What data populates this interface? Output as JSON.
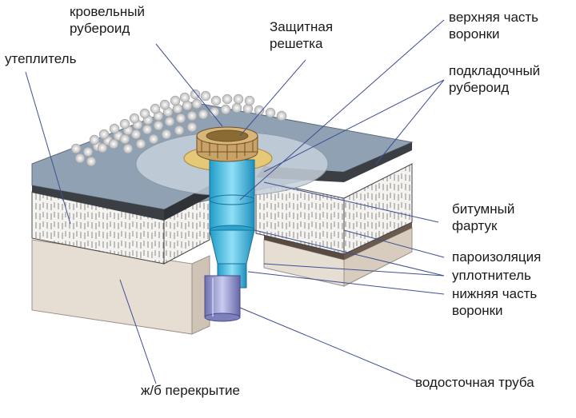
{
  "labels": {
    "roofing_felt": [
      "кровельный",
      "рубероид"
    ],
    "protective_grate": [
      "Защитная",
      "решетка"
    ],
    "funnel_top": [
      "верхняя часть",
      "воронки"
    ],
    "insulation": "утеплитель",
    "underlay_felt": [
      "подкладочный",
      "рубероид"
    ],
    "bitumen_apron": [
      "битумный",
      "фартук"
    ],
    "vapor_barrier": "пароизоляция",
    "sealant": "уплотнитель",
    "funnel_bottom": [
      "нижняя часть",
      "воронки"
    ],
    "concrete_slab": "ж/б перекрытие",
    "drain_pipe": "водосточная труба"
  },
  "colors": {
    "roof_top": "#8fa1b3",
    "insulation_face": "#f4f3ef",
    "slab_face": "#e6ddd3",
    "funnel": "#4fc3e6",
    "grate": "#c8a266",
    "pipe": "#8e8fc7"
  }
}
